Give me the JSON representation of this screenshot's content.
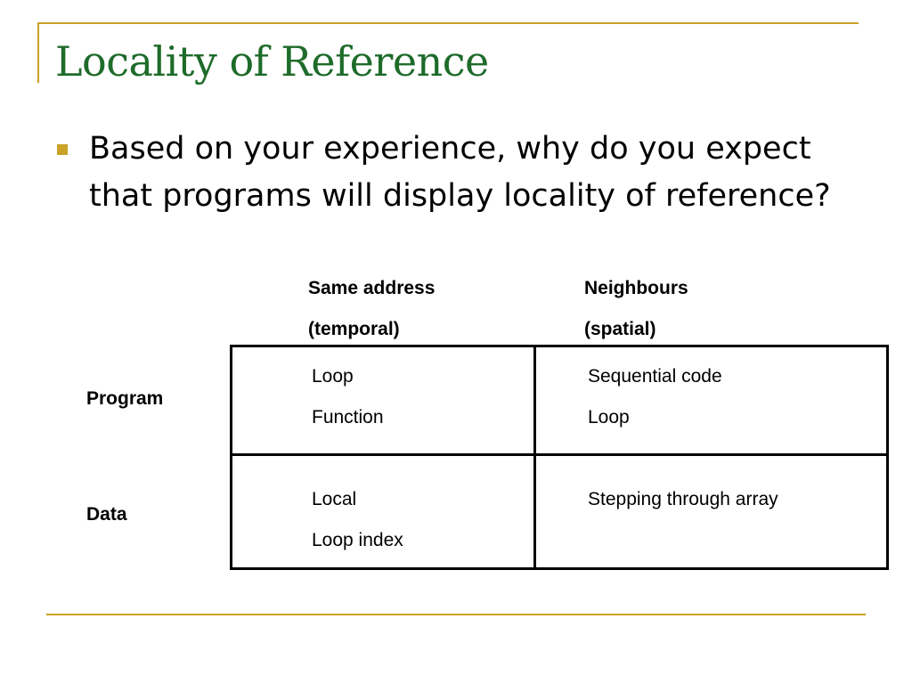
{
  "slide": {
    "title": "Locality of Reference",
    "question": "Based on your experience, why do you expect that programs will display locality of reference?",
    "accent_color": "#c9a227",
    "title_color": "#1e6b2a"
  },
  "table": {
    "columns": [
      {
        "line1": "Same address",
        "line2": "(temporal)"
      },
      {
        "line1": "Neighbours",
        "line2": "(spatial)"
      }
    ],
    "rows": [
      {
        "label": "Program",
        "cells": [
          [
            "Loop",
            "Function"
          ],
          [
            "Sequential code",
            "Loop"
          ]
        ]
      },
      {
        "label": "Data",
        "cells": [
          [
            "Local",
            "Loop index"
          ],
          [
            "Stepping through array"
          ]
        ]
      }
    ]
  }
}
